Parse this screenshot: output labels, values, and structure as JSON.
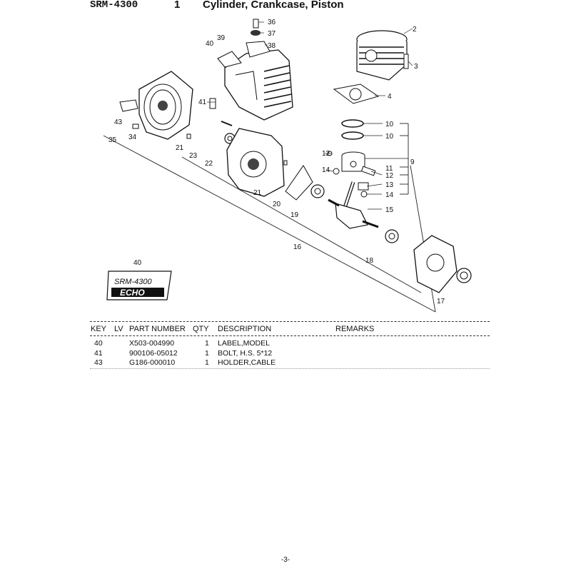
{
  "header": {
    "model": "SRM-4300",
    "section_number": "1",
    "section_title": "Cylinder, Crankcase, Piston"
  },
  "diagram": {
    "callouts": [
      "2",
      "3",
      "4",
      "9",
      "10",
      "10",
      "11",
      "12",
      "12",
      "13",
      "14",
      "14",
      "15",
      "16",
      "17",
      "18",
      "19",
      "20",
      "21",
      "21",
      "22",
      "23",
      "34",
      "35",
      "36",
      "37",
      "38",
      "39",
      "40",
      "41",
      "43"
    ],
    "label_inset_number": "40",
    "label_inset_text_top": "SRM-4300",
    "label_inset_text_brand": "ECHO"
  },
  "table": {
    "headers": [
      "KEY",
      "LV",
      "PART NUMBER",
      "QTY",
      "DESCRIPTION",
      "REMARKS"
    ],
    "rows": [
      {
        "key": "40",
        "lv": "",
        "part_number": "X503-004990",
        "qty": "1",
        "description": "LABEL,MODEL",
        "remarks": ""
      },
      {
        "key": "41",
        "lv": "",
        "part_number": "900106-05012",
        "qty": "1",
        "description": "BOLT, H.S.  5*12",
        "remarks": ""
      },
      {
        "key": "43",
        "lv": "",
        "part_number": "G186-000010",
        "qty": "1",
        "description": "HOLDER,CABLE",
        "remarks": ""
      }
    ]
  },
  "footer": {
    "page_number": "-3-"
  }
}
